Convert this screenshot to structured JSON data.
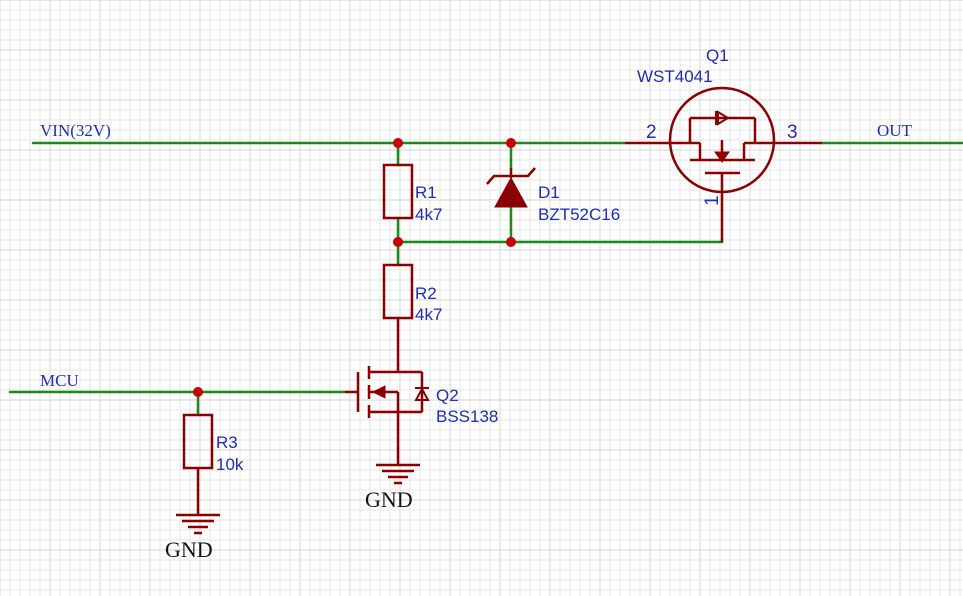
{
  "nets": {
    "vin": "VIN(32V)",
    "out": "OUT",
    "mcu": "MCU",
    "gnd": "GND"
  },
  "components": {
    "q1": {
      "ref": "Q1",
      "value": "WST4041",
      "pin_gate": "1",
      "pin_source": "2",
      "pin_drain": "3"
    },
    "d1": {
      "ref": "D1",
      "value": "BZT52C16"
    },
    "r1": {
      "ref": "R1",
      "value": "4k7"
    },
    "r2": {
      "ref": "R2",
      "value": "4k7"
    },
    "r3": {
      "ref": "R3",
      "value": "10k"
    },
    "q2": {
      "ref": "Q2",
      "value": "BSS138"
    }
  },
  "colors": {
    "wire": "#1a8a1a",
    "component": "#8b0000",
    "junction": "#cc0000",
    "label": "#1f2db0"
  }
}
